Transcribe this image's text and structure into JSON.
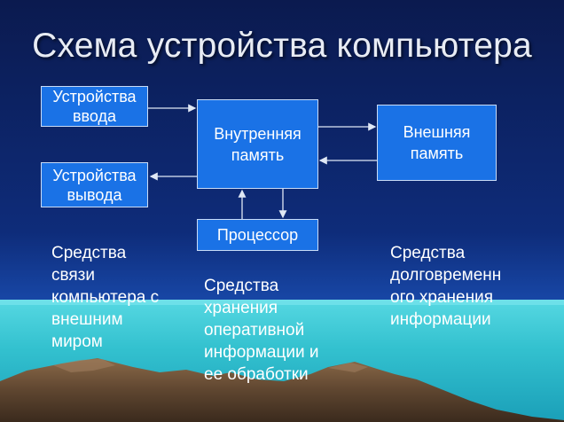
{
  "title": "Схема устройства компьютера",
  "boxes": {
    "input_devices": "Устройства\nввода",
    "output_devices": "Устройства\nвывода",
    "internal_memory": "Внутренняя\nпамять",
    "external_memory": "Внешняя\nпамять",
    "processor": "Процессор"
  },
  "captions": {
    "io_means": "Средства\nсвязи\nкомпьютера с\nвнешним\nмиром",
    "processing_means": "Средства\nхранения\nоперативной\nинформации и\nее обработки",
    "storage_means": "Средства\nдолговременн\nого хранения\nинформации"
  },
  "colors": {
    "box_fill": "#1a72e6",
    "box_border": "#c9dcf7",
    "arrow": "#dfe8f5",
    "background_top": "#0b1a4f",
    "sea": "#37c6d2"
  }
}
